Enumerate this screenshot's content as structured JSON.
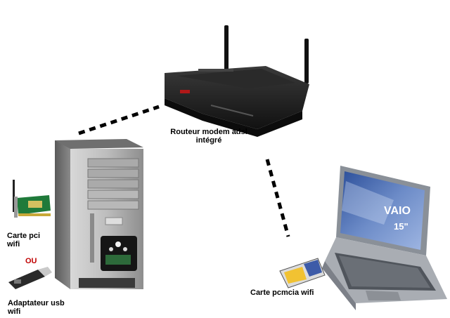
{
  "labels": {
    "router_line1": "Routeur modem adsl",
    "router_line2": "intégré",
    "pci_line1": "Carte pci",
    "pci_line2": "wifi",
    "ou": "OU",
    "usb_line1": "Adaptateur usb",
    "usb_line2": "wifi",
    "pcmcia": "Carte pcmcia wifi",
    "laptop_brand": "VAIO",
    "laptop_screen_size": "15\""
  },
  "colors": {
    "ou_text": "#c00000",
    "wireless_link": "#000000",
    "router_body": "#1c1c1c",
    "tower_body": "#9a9a9a",
    "laptop_body": "#9aa0a8",
    "laptop_screen": "#4a6aa8"
  },
  "devices": [
    {
      "name": "router",
      "icon": "adsl-router-icon"
    },
    {
      "name": "desktop-tower",
      "icon": "desktop-tower-icon"
    },
    {
      "name": "pci-wifi-card",
      "icon": "pci-card-icon"
    },
    {
      "name": "usb-wifi-adapter",
      "icon": "usb-adapter-icon"
    },
    {
      "name": "laptop",
      "icon": "laptop-icon"
    },
    {
      "name": "pcmcia-card",
      "icon": "pcmcia-card-icon"
    }
  ]
}
